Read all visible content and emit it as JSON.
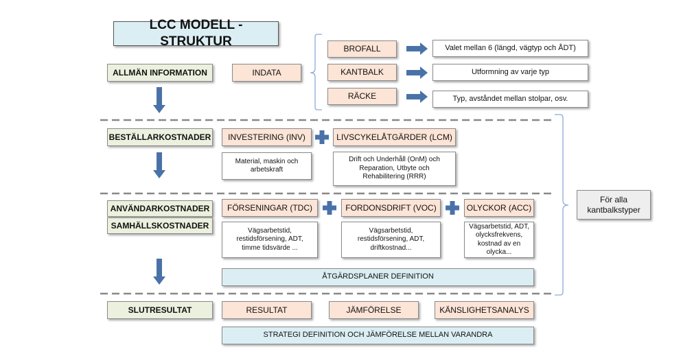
{
  "title": "LCC MODELL - STRUKTUR",
  "rows": {
    "general": {
      "label": "ALLMÄN INFORMATION",
      "input": "INDATA",
      "items": [
        {
          "label": "BROFALL",
          "desc": "Valet mellan 6 (längd, vägtyp och ÅDT)"
        },
        {
          "label": "KANTBALK",
          "desc": "Utformning av varje typ"
        },
        {
          "label": "RÄCKE",
          "desc": "Typ, avståndet mellan stolpar, osv."
        }
      ]
    },
    "client": {
      "label": "BESTÄLLARKOSTNADER",
      "investment": "INVESTERING (INV)",
      "investment_desc": "Material, maskin och arbetskraft",
      "lcm": "LIVSCYKELÅTGÄRDER (LCM)",
      "lcm_desc": "Drift och Underhåll (OnM) och Reparation, Utbyte och Rehabilitering (RRR)"
    },
    "user": {
      "label": "ANVÄNDARKOSTNADER",
      "label2": "SAMHÄLLSKOSTNADER",
      "tdc": "FÖRSENINGAR (TDC)",
      "tdc_desc": "Vägsarbetstid, restidsförsening,  ADT, timme tidsvärde ...",
      "voc": "FORDONSDRIFT (VOC)",
      "voc_desc": "Vägsarbetstid, restidsförsening, ADT, driftkostnad...",
      "acc": "OLYCKOR (ACC)",
      "acc_desc": "Vägsarbetstid, ADT, olycksfrekvens, kostnad av en olycka...",
      "action_plans": "ÅTGÄRDSPLANER DEFINITION"
    },
    "final": {
      "label": "SLUTRESULTAT",
      "result": "RESULTAT",
      "comparison": "JÄMFÖRELSE",
      "sensitivity": "KÄNSLIGHETSANALYS",
      "strategy": "STRATEGI DEFINITION OCH JÄMFÖRELSE MELLAN VARANDRA"
    }
  },
  "side_note": "För alla kantbalkstyper",
  "colors": {
    "arrow": "#4a72a8",
    "plus": "#4a72a8",
    "dash": "#888888",
    "brace": "#8ea9d8",
    "green": "#ebf1de",
    "peach": "#fce4d6",
    "blue": "#dbeef3"
  }
}
